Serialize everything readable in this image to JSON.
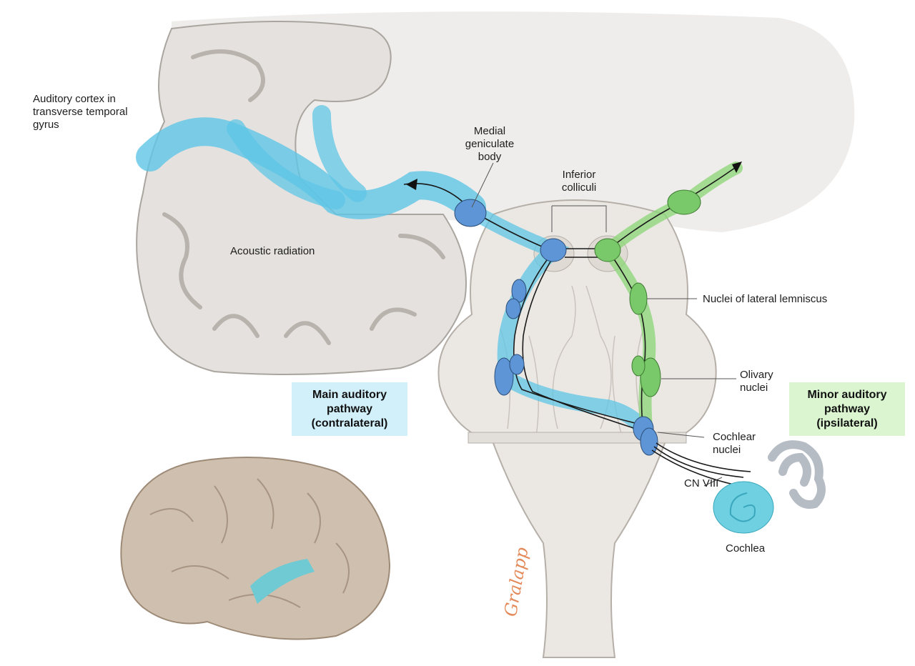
{
  "labels": {
    "auditory_cortex": "Auditory cortex in\ntransverse temporal\ngyrus",
    "medial_geniculate": "Medial\ngeniculate\nbody",
    "inferior_colliculi": "Inferior\ncolliculi",
    "acoustic_radiation": "Acoustic radiation",
    "nuclei_lateral_lemniscus": "Nuclei of lateral lemniscus",
    "olivary_nuclei": "Olivary\nnuclei",
    "cochlear_nuclei": "Cochlear\nnuclei",
    "cn_viii": "CN VIII",
    "cochlea": "Cochlea"
  },
  "legend": {
    "main_pathway": "Main auditory\npathway\n(contralateral)",
    "minor_pathway": "Minor auditory\npathway\n(ipsilateral)"
  },
  "colors": {
    "main_pathway": "#5fc6e6",
    "main_nucleus": "#5d95d6",
    "minor_pathway": "#8ed67a",
    "minor_nucleus": "#79c96a",
    "main_box_bg": "#d2f0fa",
    "minor_box_bg": "#daf5d0",
    "brain_tissue": "#e9e6e3",
    "cortex_lateral": "#cfbfae",
    "cochlea": "#6fd0e2"
  },
  "signature": "Gralapp"
}
